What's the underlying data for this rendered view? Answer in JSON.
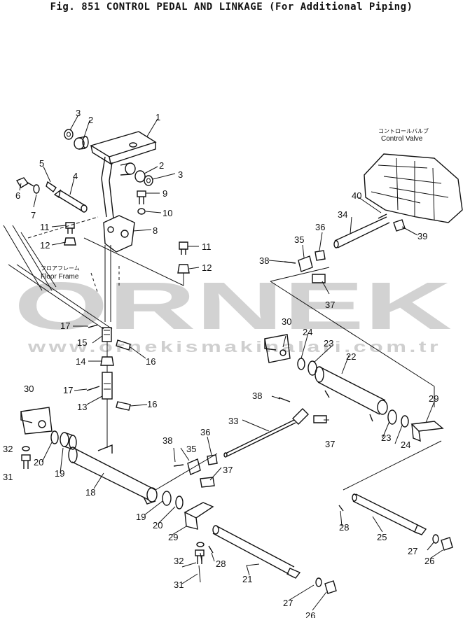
{
  "title": "Fig. 851   CONTROL PEDAL AND LINKAGE (For Additional Piping)",
  "watermark": {
    "brand": "ORNEK",
    "url": "www.ornekismakinalari.com.tr"
  },
  "annotations": {
    "floor_frame_jp": "フロアフレーム",
    "floor_frame_en": "Floor Frame",
    "control_valve_jp": "コントロールバルブ",
    "control_valve_en": "Control Valve"
  },
  "callouts": [
    {
      "id": "c1",
      "n": "1"
    },
    {
      "id": "c2a",
      "n": "2"
    },
    {
      "id": "c3a",
      "n": "3"
    },
    {
      "id": "c2b",
      "n": "2"
    },
    {
      "id": "c3b",
      "n": "3"
    },
    {
      "id": "c4",
      "n": "4"
    },
    {
      "id": "c5",
      "n": "5"
    },
    {
      "id": "c6",
      "n": "6"
    },
    {
      "id": "c7",
      "n": "7"
    },
    {
      "id": "c8",
      "n": "8"
    },
    {
      "id": "c9",
      "n": "9"
    },
    {
      "id": "c10",
      "n": "10"
    },
    {
      "id": "c11a",
      "n": "11"
    },
    {
      "id": "c12a",
      "n": "12"
    },
    {
      "id": "c11b",
      "n": "11"
    },
    {
      "id": "c12b",
      "n": "12"
    },
    {
      "id": "c13",
      "n": "13"
    },
    {
      "id": "c14",
      "n": "14"
    },
    {
      "id": "c15",
      "n": "15"
    },
    {
      "id": "c16a",
      "n": "16"
    },
    {
      "id": "c16b",
      "n": "16"
    },
    {
      "id": "c17a",
      "n": "17"
    },
    {
      "id": "c17b",
      "n": "17"
    },
    {
      "id": "c18",
      "n": "18"
    },
    {
      "id": "c19a",
      "n": "19"
    },
    {
      "id": "c19b",
      "n": "19"
    },
    {
      "id": "c20a",
      "n": "20"
    },
    {
      "id": "c20b",
      "n": "20"
    },
    {
      "id": "c21",
      "n": "21"
    },
    {
      "id": "c22",
      "n": "22"
    },
    {
      "id": "c23a",
      "n": "23"
    },
    {
      "id": "c23b",
      "n": "23"
    },
    {
      "id": "c24a",
      "n": "24"
    },
    {
      "id": "c24b",
      "n": "24"
    },
    {
      "id": "c25",
      "n": "25"
    },
    {
      "id": "c26a",
      "n": "26"
    },
    {
      "id": "c26b",
      "n": "26"
    },
    {
      "id": "c27a",
      "n": "27"
    },
    {
      "id": "c27b",
      "n": "27"
    },
    {
      "id": "c28a",
      "n": "28"
    },
    {
      "id": "c28b",
      "n": "28"
    },
    {
      "id": "c29a",
      "n": "29"
    },
    {
      "id": "c29b",
      "n": "29"
    },
    {
      "id": "c30a",
      "n": "30"
    },
    {
      "id": "c30b",
      "n": "30"
    },
    {
      "id": "c31a",
      "n": "31"
    },
    {
      "id": "c31b",
      "n": "31"
    },
    {
      "id": "c32a",
      "n": "32"
    },
    {
      "id": "c32b",
      "n": "32"
    },
    {
      "id": "c33",
      "n": "33"
    },
    {
      "id": "c34",
      "n": "34"
    },
    {
      "id": "c35a",
      "n": "35"
    },
    {
      "id": "c35b",
      "n": "35"
    },
    {
      "id": "c36a",
      "n": "36"
    },
    {
      "id": "c36b",
      "n": "36"
    },
    {
      "id": "c37a",
      "n": "37"
    },
    {
      "id": "c37b",
      "n": "37"
    },
    {
      "id": "c37c",
      "n": "37"
    },
    {
      "id": "c38a",
      "n": "38"
    },
    {
      "id": "c38b",
      "n": "38"
    },
    {
      "id": "c38c",
      "n": "38"
    },
    {
      "id": "c39",
      "n": "39"
    },
    {
      "id": "c40",
      "n": "40"
    }
  ]
}
